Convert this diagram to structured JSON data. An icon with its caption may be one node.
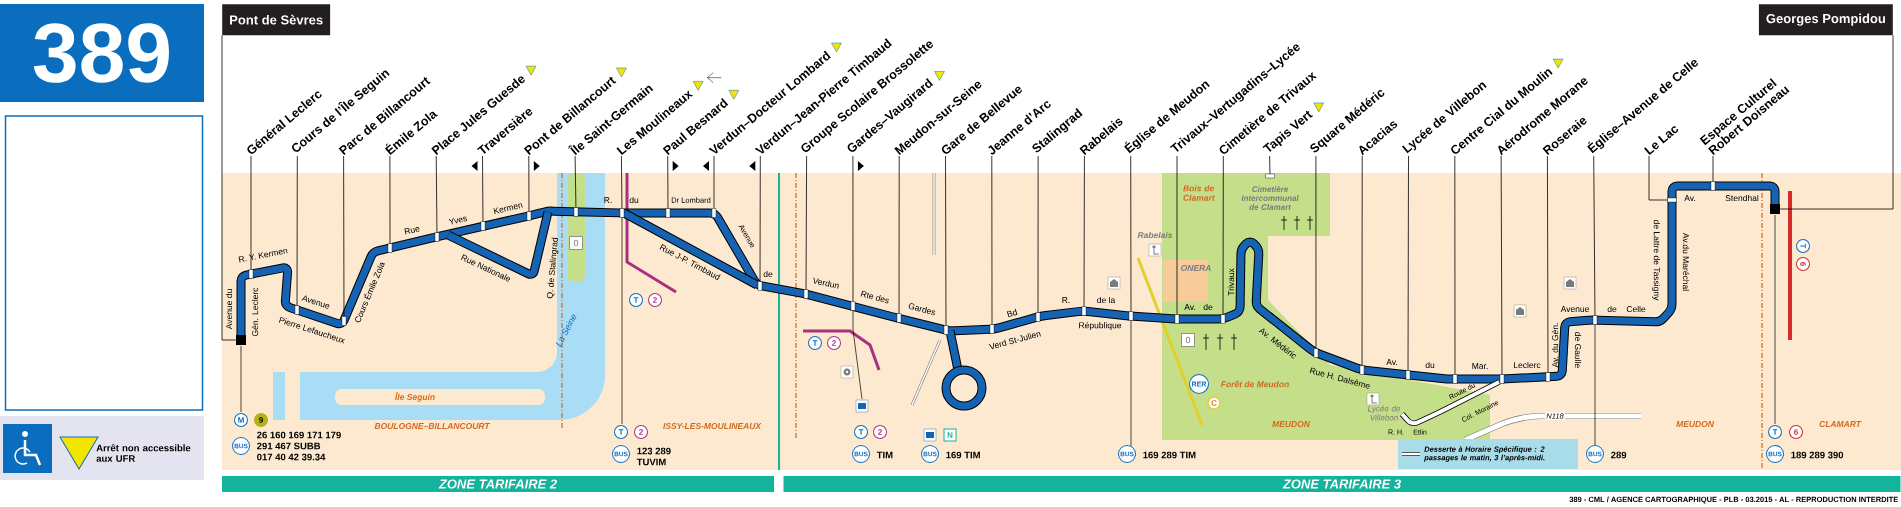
{
  "diagram": {
    "nodes": [
      {
        "text": [
          "389"
        ]
      },
      {
        "text": [],
        "shape": "box"
      },
      {
        "text": [
          "Pont de Sèvres"
        ]
      },
      {
        "text": [
          "Général Leclerc"
        ]
      },
      {
        "text": [
          "Cours de l’Île Seguin"
        ]
      },
      {
        "text": [
          "Parc de Billancourt"
        ]
      },
      {
        "text": [
          "Émile Zola"
        ]
      },
      {
        "text": [
          "Place Jules Guesde"
        ]
      },
      {
        "text": [
          "Traversière"
        ]
      },
      {
        "text": [
          "Pont de Billancourt"
        ]
      },
      {
        "text": [
          "Île Saint-Germain"
        ]
      },
      {
        "text": [
          "Les Moulineaux"
        ]
      },
      {
        "text": [
          "Paul Besnard"
        ]
      },
      {
        "text": [
          "Verdun–Docteur Lombard"
        ]
      },
      {
        "text": [
          "Verdun–Jean-Pierre Timbaud"
        ]
      },
      {
        "text": [
          "Groupe Scolaire Brossolette"
        ]
      },
      {
        "text": [
          "Gardes–Vaugirard"
        ]
      },
      {
        "text": [
          "Meudon-sur-Seine"
        ]
      },
      {
        "text": [
          "Gare de Bellevue"
        ]
      },
      {
        "text": [
          "Jeanne d’Arc"
        ]
      },
      {
        "text": [
          "Stalingrad"
        ]
      },
      {
        "text": [
          "Rabelais"
        ]
      },
      {
        "text": [
          "Église de Meudon"
        ]
      },
      {
        "text": [
          "Trivaux–Vertugadins–Lycée"
        ]
      },
      {
        "text": [
          "Cimetière de Trivaux"
        ]
      },
      {
        "text": [
          "Tapis Vert"
        ]
      },
      {
        "text": [
          "Square Médéric"
        ]
      },
      {
        "text": [
          "Acacias"
        ]
      },
      {
        "text": [
          "Lycée de Villebon"
        ]
      },
      {
        "text": [
          "Centre Cial du Moulin"
        ]
      },
      {
        "text": [
          "Aérodrome Morane"
        ]
      },
      {
        "text": [
          "Roseraie"
        ]
      },
      {
        "text": [
          "Église–Avenue de Celle"
        ]
      },
      {
        "text": [
          "Le Lac"
        ]
      },
      {
        "text": [
          "Espace Culturel Robert Doisneau"
        ]
      },
      {
        "text": [
          "Georges Pompidou"
        ]
      },
      {
        "text": [
          "ZONE TARIFAIRE 2"
        ]
      },
      {
        "text": [
          "ZONE TARIFAIRE 3"
        ]
      },
      {
        "text": [],
        "shape": "bar"
      },
      {
        "text": [],
        "shape": "bar"
      },
      {
        "text": [],
        "shape": "bar"
      },
      {
        "text": [],
        "shape": "bar"
      },
      {
        "text": [],
        "shape": "bar"
      },
      {
        "text": [],
        "shape": "bar"
      },
      {
        "text": [],
        "shape": "bar"
      },
      {
        "text": [],
        "shape": "bar"
      },
      {
        "text": [],
        "shape": "bar"
      },
      {
        "text": [],
        "shape": "bar"
      },
      {
        "text": [],
        "shape": "bar"
      },
      {
        "text": [],
        "shape": "bar"
      },
      {
        "text": [],
        "shape": "bar"
      },
      {
        "text": [],
        "shape": "bar"
      },
      {
        "text": [],
        "shape": "bar"
      },
      {
        "text": [],
        "shape": "bar"
      },
      {
        "text": [],
        "shape": "bar"
      },
      {
        "text": [],
        "shape": "bar"
      },
      {
        "text": [],
        "shape": "bar"
      },
      {
        "text": [],
        "shape": "bar"
      },
      {
        "text": [],
        "shape": "bar"
      },
      {
        "text": [],
        "shape": "bar"
      },
      {
        "text": [],
        "shape": "bar"
      },
      {
        "text": [],
        "shape": "bar"
      },
      {
        "text": [],
        "shape": "bar"
      },
      {
        "text": [],
        "shape": "bar"
      },
      {
        "text": [],
        "shape": "bar"
      },
      {
        "text": [],
        "shape": "bar"
      },
      {
        "text": [],
        "shape": "bar"
      },
      {
        "text": [],
        "shape": "bar"
      },
      {
        "text": [],
        "shape": "bar"
      },
      {
        "text": [],
        "shape": "bar"
      },
      {
        "text": [],
        "shape": "box"
      },
      {
        "text": [],
        "shape": "box"
      }
    ],
    "edges": [
      {
        "from": 2,
        "to": 70,
        "arrow": "none"
      },
      {
        "from": 3,
        "to": 38,
        "arrow": "none"
      },
      {
        "from": 4,
        "to": 39,
        "arrow": "none"
      },
      {
        "from": 5,
        "to": 40,
        "arrow": "none"
      },
      {
        "from": 6,
        "to": 41,
        "arrow": "none"
      },
      {
        "from": 7,
        "to": 42,
        "arrow": "none"
      },
      {
        "from": 8,
        "to": 43,
        "arrow": "none"
      },
      {
        "from": 9,
        "to": 44,
        "arrow": "none"
      },
      {
        "from": 10,
        "to": 45,
        "arrow": "none"
      },
      {
        "from": 11,
        "to": 46,
        "arrow": "none"
      },
      {
        "from": 12,
        "to": 47,
        "arrow": "none"
      },
      {
        "from": 13,
        "to": 48,
        "arrow": "none"
      },
      {
        "from": 14,
        "to": 49,
        "arrow": "none"
      },
      {
        "from": 15,
        "to": 50,
        "arrow": "none"
      },
      {
        "from": 16,
        "to": 51,
        "arrow": "none"
      },
      {
        "from": 17,
        "to": 52,
        "arrow": "none"
      },
      {
        "from": 18,
        "to": 53,
        "arrow": "none"
      },
      {
        "from": 19,
        "to": 54,
        "arrow": "none"
      },
      {
        "from": 20,
        "to": 55,
        "arrow": "none"
      },
      {
        "from": 21,
        "to": 56,
        "arrow": "none"
      },
      {
        "from": 22,
        "to": 57,
        "arrow": "none"
      },
      {
        "from": 23,
        "to": 58,
        "arrow": "none"
      },
      {
        "from": 24,
        "to": 59,
        "arrow": "none"
      },
      {
        "from": 25,
        "to": 60,
        "arrow": "none"
      },
      {
        "from": 26,
        "to": 61,
        "arrow": "none"
      },
      {
        "from": 27,
        "to": 62,
        "arrow": "none"
      },
      {
        "from": 28,
        "to": 63,
        "arrow": "none"
      },
      {
        "from": 29,
        "to": 64,
        "arrow": "none"
      },
      {
        "from": 30,
        "to": 65,
        "arrow": "none"
      },
      {
        "from": 31,
        "to": 66,
        "arrow": "none"
      },
      {
        "from": 32,
        "to": 67,
        "arrow": "none"
      },
      {
        "from": 33,
        "to": 68,
        "arrow": "none"
      },
      {
        "from": 34,
        "to": 69,
        "arrow": "none"
      },
      {
        "from": 35,
        "to": 71,
        "arrow": "none"
      }
    ],
    "labels": [
      "Avenue du",
      "Gén. Leclerc",
      "R. Y. Kermen",
      "Avenue",
      "Pierre Lefaucheux",
      "Cours Émile Zola",
      "Rue",
      "Yves",
      "Kermen",
      "Rue Nationale",
      "Q. de Stalingrad",
      "R.",
      "du",
      "Dr Lombard",
      "Rue J-P. Timbaud",
      "Avenue",
      "de",
      "Verdun",
      "Rte des",
      "Gardes",
      "Bd",
      "Verd St-Julien",
      "R.",
      "de la",
      "République",
      "Av.",
      "de",
      "Trivaux",
      "Av. Médéric",
      "Rue H. Dalsème",
      "Av.",
      "du",
      "Mar.",
      "Leclerc",
      "Av. du Gén.",
      "de Gaulle",
      "Avenue",
      "de",
      "Celle",
      "de Lattre de Tassigny",
      "Av.du Maréchal",
      "Av.",
      "Stendhal",
      "La Seine",
      "Île Seguin",
      "BOULOGNE–BILLANCOURT",
      "ISSY-LES-MOULINEAUX",
      "Bois de Clamart",
      "Cimetière Intercommunal de Clamart",
      "Rabelais",
      "ONERA",
      "Forêt de Meudon",
      "MEUDON",
      "Lycée de Villebon",
      "R. H.",
      "Etlin",
      "Route du",
      "Col. Moraine",
      "N118",
      "MEUDON",
      "CLAMART",
      "M",
      "9",
      "BUS",
      "26 160 169 171 179",
      "291 467 SUBB",
      "017 40 42 39.34",
      "T",
      "2",
      "T",
      "2",
      "T",
      "2",
      "BUS",
      "123 289",
      "TUVIM",
      "T",
      "2",
      "BUS",
      "TIM",
      "N",
      "BUS",
      "169 TIM",
      "0",
      "0",
      "RER",
      "C",
      "BUS",
      "169 289 TIM",
      "BUS",
      "289",
      "T",
      "6",
      "T",
      "6",
      "BUS",
      "189 289 390",
      "389 - CML / AGENCE CARTOGRAPHIQUE - PLB - 03.2015 - AL - REPRODUCTION INTERDITE"
    ],
    "legend": [
      {
        "text": "Arrêt non accessible aux UFR"
      },
      {
        "text": "Desserte à Horaire Spécifique : 2 passages le matin, 3 l’après-midi."
      }
    ]
  }
}
